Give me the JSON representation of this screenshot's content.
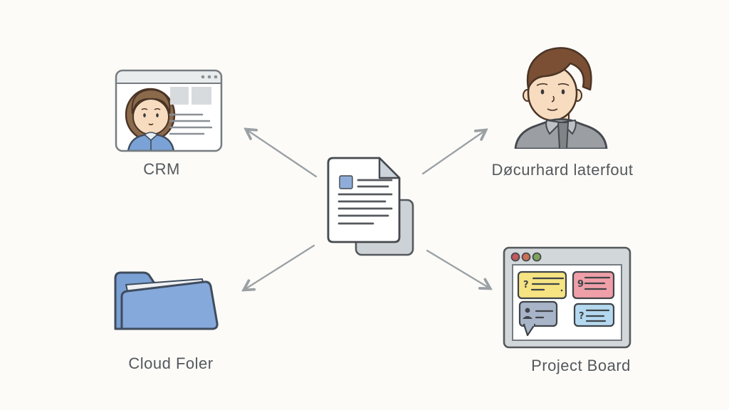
{
  "colors": {
    "background": "#fcfbf8",
    "label_text": "#54585c",
    "arrow_gray": "#9aa0a4",
    "window_bg": "#ffffff",
    "window_border": "#767c81",
    "titlebar_gray": "#e9eced",
    "placeholder_gray": "#d8dbde",
    "line_gray": "#8a9095",
    "outline_dark": "#45494e",
    "outline_brown": "#4a3426",
    "outline_navy": "#3f4c5c",
    "doc_line": "#55595d",
    "doc_fold": "#ccd3da",
    "doc_back_page": "#cdd2d6",
    "accent_square_blue": "#8fadd8",
    "skin": "#f7dcc0",
    "hair_brown_woman": "#8b6a4c",
    "hair_brown_man": "#7b4f33",
    "shirt_blue": "#7ba2d6",
    "shirt_gray": "#9b9ea2",
    "tie_gray": "#808487",
    "folder_front": "#86a9dc",
    "folder_back": "#7aa0d4",
    "board_frame": "#d2d7da",
    "card_yellow": "#f6e382",
    "card_pink": "#ef9fa8",
    "card_gray": "#a8b5c8",
    "card_blue": "#b4d8ef",
    "card_line": "#3f4448",
    "dot_red": "#c2595c",
    "dot_orange": "#cb7055",
    "dot_green": "#7ea35b"
  },
  "center": {
    "icon": "document-copies-icon"
  },
  "nodes": {
    "crm": {
      "label": "CRM",
      "icon": "browser-profile-window-icon"
    },
    "recipient": {
      "label": "Døcurhard laterfout",
      "icon": "person-icon"
    },
    "cloud_folder": {
      "label": "Cloud Foler",
      "icon": "folder-icon"
    },
    "project_board": {
      "label": "Project Board",
      "icon": "kanban-window-icon",
      "cards": [
        {
          "name": "yellow-card",
          "glyph": "?"
        },
        {
          "name": "pink-card",
          "glyph": "9"
        },
        {
          "name": "gray-card",
          "glyph": "",
          "icon": "person-silhouette-icon"
        },
        {
          "name": "blue-card",
          "glyph": "?"
        }
      ]
    }
  },
  "arrows": [
    {
      "to": "crm",
      "direction": "up-left"
    },
    {
      "to": "recipient",
      "direction": "up-right"
    },
    {
      "to": "cloud_folder",
      "direction": "down-left"
    },
    {
      "to": "project_board",
      "direction": "down-right"
    }
  ]
}
